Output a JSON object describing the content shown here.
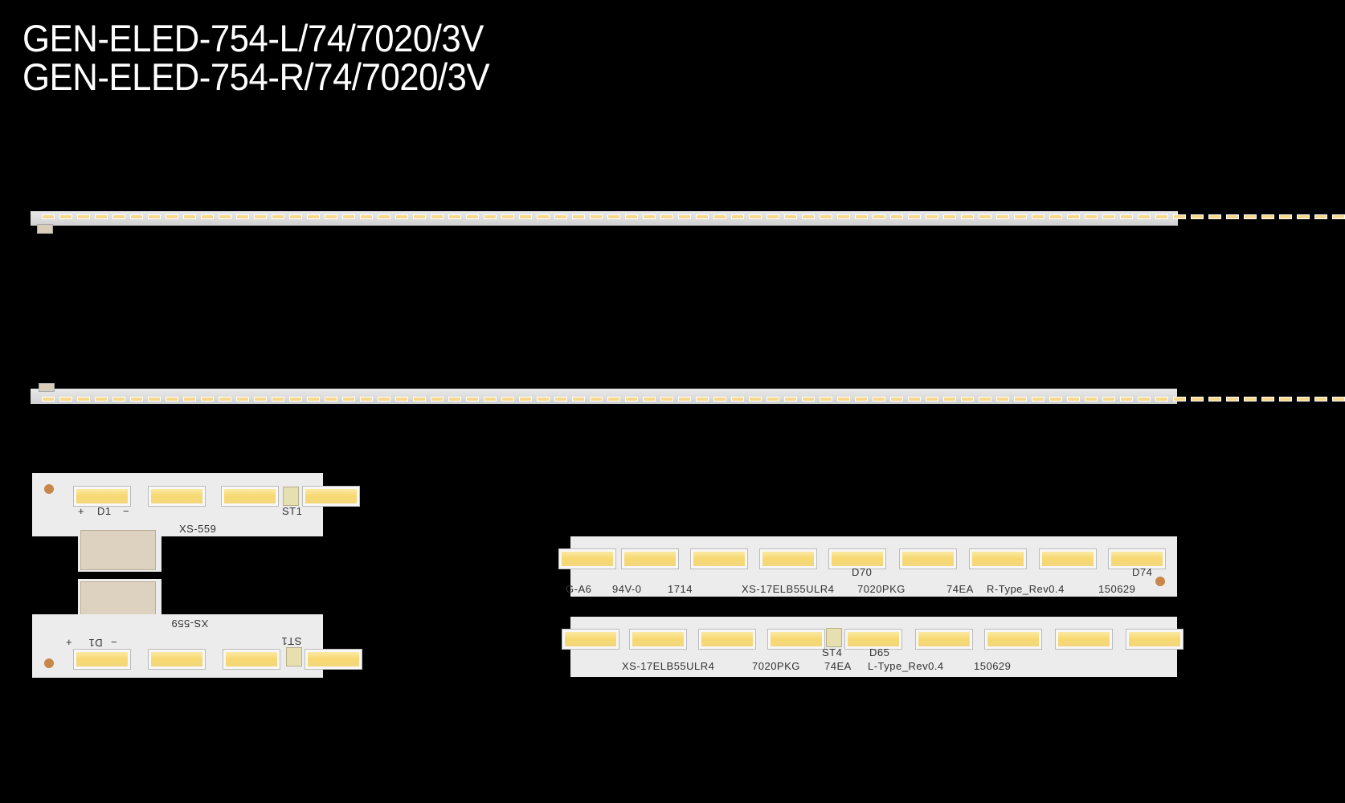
{
  "titles": {
    "left": "GEN-ELED-754-L/74/7020/3V",
    "right": "GEN-ELED-754-R/74/7020/3V"
  },
  "strips": [
    {
      "name": "full-strip-right-type",
      "led_count": 74
    },
    {
      "name": "full-strip-left-type",
      "led_count": 74
    }
  ],
  "connector_detail": {
    "top": {
      "plus": "+",
      "diode": "D1",
      "minus": "−",
      "st": "ST1",
      "connector_label": "XS-559"
    },
    "bottom": {
      "plus": "+",
      "diode": "D1",
      "minus": "−",
      "st": "ST1",
      "connector_label": "XS-559"
    }
  },
  "end_detail": {
    "r_type": {
      "diode_a": "D70",
      "diode_b": "D74",
      "text": [
        "G-A6",
        "94V-0",
        "1714",
        "XS-17ELB55ULR4",
        "7020PKG",
        "74EA",
        "R-Type_Rev0.4",
        "150629"
      ]
    },
    "l_type": {
      "st": "ST4",
      "diode": "D65",
      "text": [
        "XS-17ELB55ULR4",
        "7020PKG",
        "74EA",
        "L-Type_Rev0.4",
        "150629"
      ]
    }
  }
}
